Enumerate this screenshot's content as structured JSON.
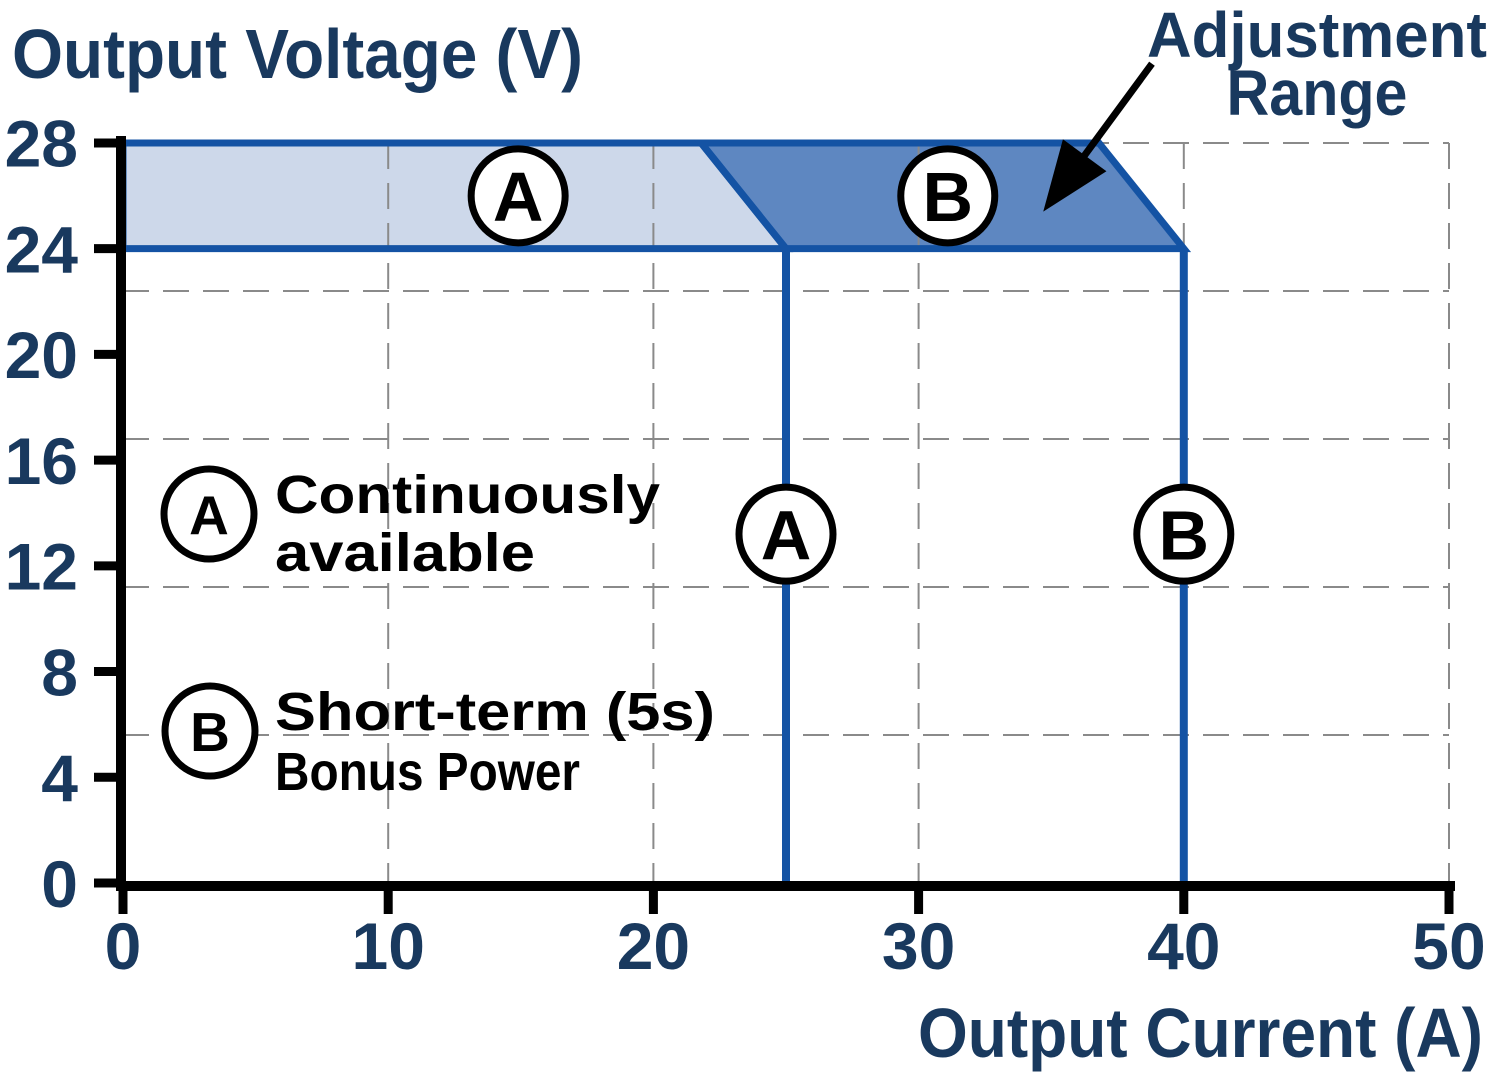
{
  "figure": {
    "background": "#FFFFFF"
  },
  "chart_data": {
    "type": "area",
    "title": "",
    "xlabel": "Output Current (A)",
    "ylabel": "Output Voltage (V)",
    "xlim": [
      0,
      50
    ],
    "ylim": [
      0,
      28
    ],
    "x_ticks": [
      0,
      10,
      20,
      30,
      40,
      50
    ],
    "y_ticks": [
      0,
      4,
      8,
      12,
      16,
      20,
      24,
      28
    ],
    "grid": {
      "style": "dashed",
      "color": "#8A8A8A",
      "x_lines": [
        10,
        20,
        30,
        40,
        50
      ],
      "y_lines": [
        5.6,
        11.2,
        16.8,
        22.4,
        28
      ]
    },
    "regions": [
      {
        "id": "A",
        "letter": "A",
        "meaning": "Continuously available",
        "fill": "#CDD8EA",
        "points": [
          [
            0,
            28
          ],
          [
            21.8,
            28
          ],
          [
            25,
            24
          ],
          [
            0,
            24
          ]
        ],
        "marker": {
          "x": 14.9,
          "y": 26
        }
      },
      {
        "id": "B",
        "letter": "B",
        "meaning": "Short-term (5s) Bonus Power",
        "fill": "#5E87C1",
        "points": [
          [
            21.8,
            28
          ],
          [
            36.8,
            28
          ],
          [
            40,
            24
          ],
          [
            25,
            24
          ]
        ],
        "marker": {
          "x": 31.1,
          "y": 26
        }
      }
    ],
    "limit_lines": [
      {
        "letter": "A",
        "x": 25,
        "y_from": 0,
        "y_to": 24,
        "marker_y": 13.2
      },
      {
        "letter": "B",
        "x": 40,
        "y_from": 0,
        "y_to": 24,
        "marker_y": 13.2
      }
    ],
    "legend": [
      {
        "letter": "A",
        "text": "Continuously\navailable"
      },
      {
        "letter": "B",
        "text": "Short-term (5s)\nBonus Power"
      }
    ],
    "annotation": {
      "lines": [
        "Adjustment",
        "Range"
      ],
      "arrow_from": [
        38.8,
        31.0
      ],
      "arrow_to": [
        34.7,
        25.4
      ]
    },
    "colors": {
      "outline_blue": "#1453A4",
      "region_a_fill": "#CDD8EA",
      "region_b_fill": "#5E87C1",
      "axis_black": "#000000",
      "navy_text": "#19395E",
      "legend_text": "#000000",
      "grid_gray": "#8A8A8A",
      "marker_fill": "#FFFFFF"
    }
  }
}
